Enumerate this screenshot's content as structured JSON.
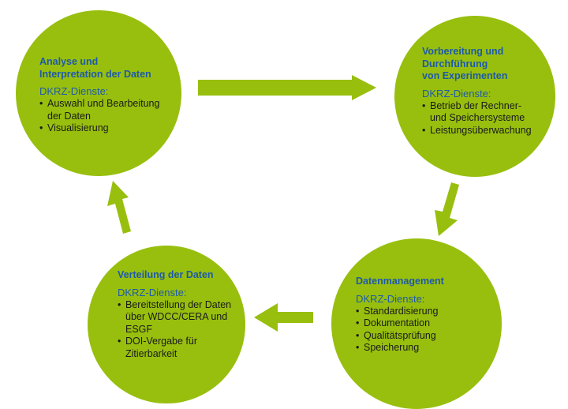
{
  "colors": {
    "circle": "#98bf0e",
    "arrow": "#98bf0e",
    "title": "#1e5aa8",
    "body": "#1a1a1a",
    "background": "#ffffff"
  },
  "nodes": [
    {
      "id": "analyse",
      "title": "Analyse und\nInterpretation der Daten",
      "subtitle": "DKRZ-Dienste:",
      "items": [
        "Auswahl und Bearbeitung\nder Daten",
        "Visualisierung"
      ]
    },
    {
      "id": "vorbereitung",
      "title": "Vorbereitung und\nDurchführung\nvon Experimenten",
      "subtitle": "DKRZ-Dienste:",
      "items": [
        "Betrieb der Rechner-\nund Speichersysteme",
        "Leistungsüberwachung"
      ]
    },
    {
      "id": "datenmanagement",
      "title": "Datenmanagement",
      "subtitle": "DKRZ-Dienste:",
      "items": [
        "Standardisierung",
        "Dokumentation",
        "Qualitätsprüfung",
        "Speicherung"
      ]
    },
    {
      "id": "verteilung",
      "title": "Verteilung der Daten",
      "subtitle": "DKRZ-Dienste:",
      "items": [
        "Bereitstellung der Daten\nüber WDCC/CERA und\nESGF",
        "DOI-Vergabe für\nZitierbarkeit"
      ]
    }
  ],
  "edges": [
    {
      "from": "analyse",
      "to": "vorbereitung"
    },
    {
      "from": "vorbereitung",
      "to": "datenmanagement"
    },
    {
      "from": "datenmanagement",
      "to": "verteilung"
    },
    {
      "from": "verteilung",
      "to": "analyse"
    }
  ]
}
